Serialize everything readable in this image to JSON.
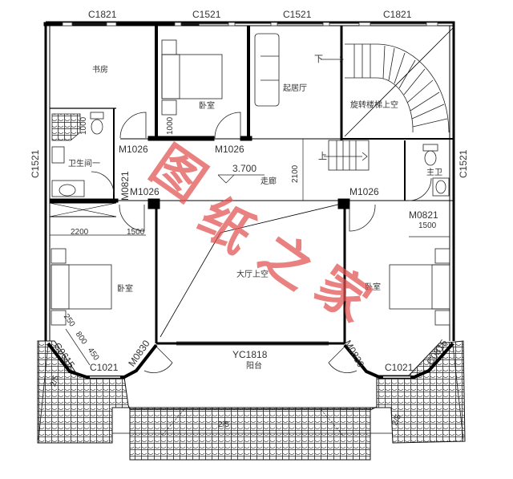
{
  "drawing": {
    "type": "second-floor plan",
    "colors": {
      "line": "#111111",
      "wall": "#000000",
      "watermark": "#e05050",
      "background": "#ffffff"
    }
  },
  "windows_top": [
    {
      "code": "C1821"
    },
    {
      "code": "C1521"
    },
    {
      "code": "C1521"
    },
    {
      "code": "C1821"
    }
  ],
  "windows_side": {
    "left": "C1521",
    "right": "C1521"
  },
  "rooms": {
    "study": "书房",
    "bedroom_top": "卧室",
    "family_room": "起居厅",
    "spiral_stair_void": "旋转楼梯上空",
    "bathroom_1": "卫生间一",
    "corridor": "走廊",
    "master_bath": "主卫",
    "bedroom_left": "卧室",
    "hall_void": "大厅上空",
    "bedroom_right": "卧室",
    "balcony": "阳台"
  },
  "doors": {
    "study_door": "M1026",
    "bedroom_top_door": "M1026",
    "bath1_door": "M0821",
    "bedroom_left_door": "M1026",
    "bedroom_right_door": "M1026",
    "master_bath_door": "M0821",
    "balcony_left_door": "M0830",
    "balcony_right_door": "M0830"
  },
  "bay_windows": {
    "left_side": "C0615",
    "left_front": "C1021",
    "right_front": "C1021",
    "right_side": "C0815",
    "balcony_window": "YC1818"
  },
  "dimensions": {
    "elevation": "3.700",
    "corridor_width": "2100",
    "closet_depth_1": "1000",
    "closet_depth_2": "1000",
    "left_span": "2200",
    "left_gap": "1500",
    "right_gap": "1500",
    "bay_250": "250",
    "bay_800": "800",
    "bay_450": "450",
    "roof_slope_left": "2/5",
    "roof_slope_bottom": "2/5",
    "roof_slope_right": "2/5"
  },
  "stair_marks": {
    "down": "下",
    "up": "上"
  },
  "watermark": {
    "chars": [
      "图",
      "纸",
      "之",
      "家"
    ]
  }
}
